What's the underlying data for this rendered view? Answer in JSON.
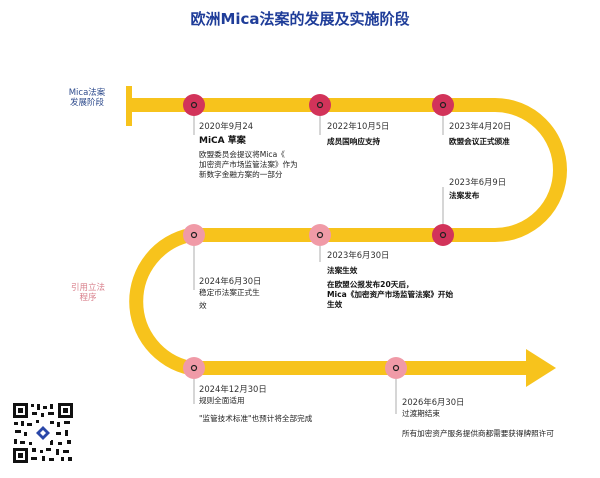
{
  "title": "欧洲Mica法案的发展及实施阶段",
  "sections": {
    "a": "Mica法案\n发展阶段",
    "b": "引用立法\n程序"
  },
  "events": [
    {
      "date": "2020年9月24",
      "heading": "MiCA 草案",
      "lines": [
        "欧盟委员会提议将Mica《",
        "加密资产市场监管法案》作为",
        "新数字金融方案的一部分"
      ],
      "node": "dark"
    },
    {
      "date": "2022年10月5日",
      "lines": [
        "成员国响应支持"
      ],
      "node": "dark"
    },
    {
      "date": "2023年4月20日",
      "lines": [
        "欧盟会议正式颁准"
      ],
      "node": "dark"
    },
    {
      "date": "2023年6月9日",
      "lines": [
        "法案发布"
      ],
      "node": "dark"
    },
    {
      "date": "2023年6月30日",
      "lines": [
        "法案生效",
        "在欧盟公报发布20天后，",
        "Mica《加密资产市场监管法案》开始",
        "生效"
      ],
      "node": "light"
    },
    {
      "date": "2024年6月30日",
      "lines": [
        "稳定币法案正式生",
        "效"
      ],
      "node": "light"
    },
    {
      "date": "2024年12月30日",
      "lines": [
        "规则全面适用",
        "\"监管技术标准\"也预计将全部完成"
      ],
      "node": "light"
    },
    {
      "date": "2026年6月30日",
      "lines": [
        "过渡期结束",
        "所有加密资产服务提供商都需要获得牌照许可"
      ],
      "node": "light"
    }
  ],
  "colors": {
    "road": "#f7c31c",
    "node_dark": "#d2335a",
    "node_light": "#f09aa7",
    "title": "#1f3d99"
  }
}
